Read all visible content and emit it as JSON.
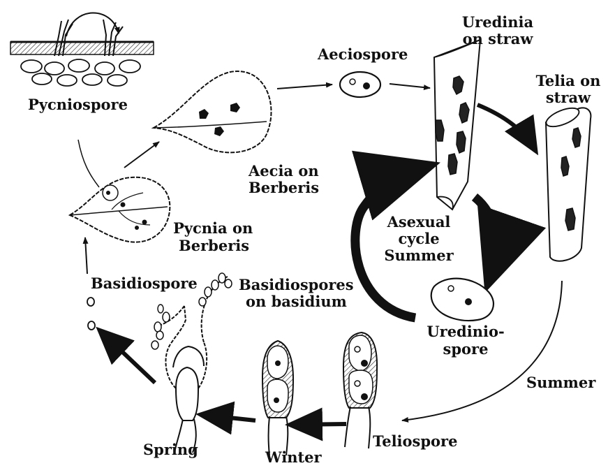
{
  "colors": {
    "ink": "#111111",
    "background": "#ffffff",
    "hatch": "#555555"
  },
  "labels": {
    "pycniospore": "Pycniospore",
    "aeciospore": "Aeciospore",
    "uredinia_l1": "Uredinia",
    "uredinia_l2": "on straw",
    "telia_l1": "Telia on",
    "telia_l2": "straw",
    "aecia_l1": "Aecia on",
    "aecia_l2": "Berberis",
    "pycnia_l1": "Pycnia on",
    "pycnia_l2": "Berberis",
    "asexual_l1": "Asexual",
    "asexual_l2": "cycle",
    "asexual_l3": "Summer",
    "basidiospore": "Basidiospore",
    "basidiospores_l1": "Basidiospores",
    "basidiospores_l2": "on basidium",
    "urediniospore_l1": "Uredinio-",
    "urediniospore_l2": "spore",
    "summer": "Summer",
    "teliospore": "Teliospore",
    "spring": "Spring",
    "winter": "Winter"
  }
}
